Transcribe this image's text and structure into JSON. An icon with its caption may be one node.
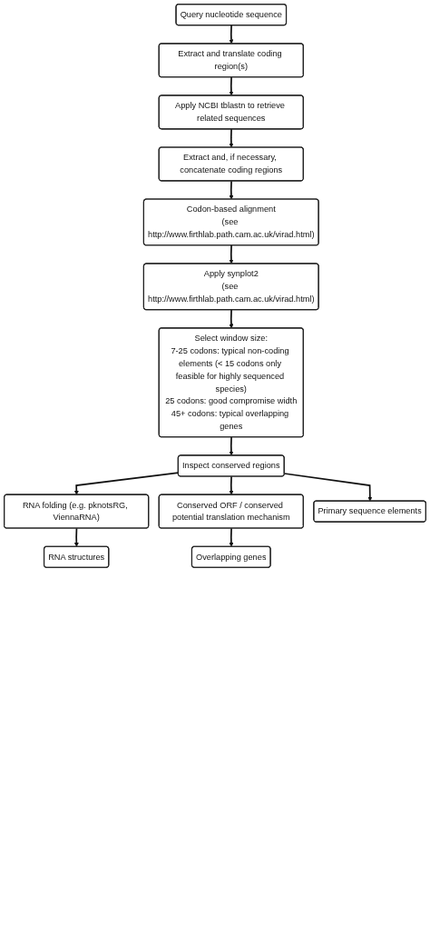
{
  "diagram": {
    "nodes": [
      {
        "text": [
          "Query nucleotide sequence"
        ]
      },
      {
        "text": [
          "Extract and translate coding region(s)"
        ]
      },
      {
        "text": [
          "Apply NCBI tblastn to retrieve related sequences"
        ]
      },
      {
        "text": [
          "Extract and, if necessary, concatenate coding regions"
        ]
      },
      {
        "text": [
          "Codon-based alignment",
          "(see http://www.firthlab.path.cam.ac.uk/virad.html)"
        ]
      },
      {
        "text": [
          "Apply synplot2",
          "(see http://www.firthlab.path.cam.ac.uk/virad.html)"
        ]
      },
      {
        "text": [
          "Select window size:",
          "7-25 codons: typical non-coding elements (< 15 codons only feasible for highly sequenced species)",
          "25 codons: good compromise width",
          "45+ codons: typical overlapping genes"
        ]
      },
      {
        "text": [
          "Inspect conserved regions"
        ]
      },
      {
        "text": [
          "RNA folding (e.g. pknotsRG, ViennaRNA)"
        ]
      },
      {
        "text": [
          "Conserved ORF / conserved potential translation mechanism"
        ]
      },
      {
        "text": [
          "RNA structures"
        ]
      },
      {
        "text": [
          "Primary sequence elements"
        ]
      },
      {
        "text": [
          "Overlapping genes"
        ]
      }
    ],
    "edges": [
      {
        "from": 0,
        "to": 1,
        "arrow": "to"
      },
      {
        "from": 1,
        "to": 2,
        "arrow": "to"
      },
      {
        "from": 2,
        "to": 3,
        "arrow": "to"
      },
      {
        "from": 3,
        "to": 4,
        "arrow": "to"
      },
      {
        "from": 4,
        "to": 5,
        "arrow": "to"
      },
      {
        "from": 5,
        "to": 6,
        "arrow": "to"
      },
      {
        "from": 6,
        "to": 7,
        "arrow": "to"
      },
      {
        "from": 7,
        "to": 8,
        "arrow": "to"
      },
      {
        "from": 7,
        "to": 11,
        "arrow": "to"
      },
      {
        "from": 7,
        "to": 9,
        "arrow": "to"
      },
      {
        "from": 8,
        "to": 10,
        "arrow": "to"
      },
      {
        "from": 9,
        "to": 12,
        "arrow": "to"
      }
    ]
  }
}
